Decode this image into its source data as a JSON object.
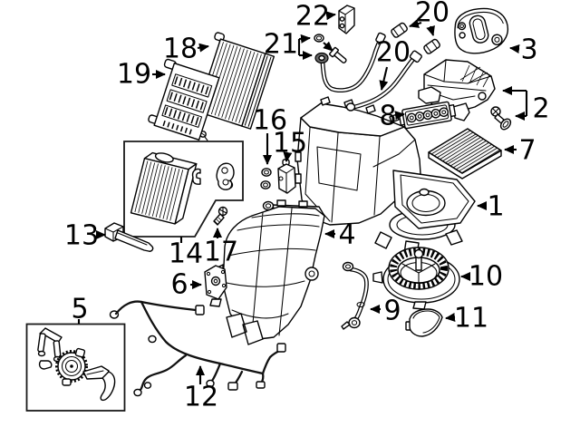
{
  "diagram": {
    "background_color": "#ffffff",
    "line_color": "#000000",
    "callouts": [
      {
        "id": "22",
        "label": "22"
      },
      {
        "id": "20-upper",
        "label": "20"
      },
      {
        "id": "3",
        "label": "3"
      },
      {
        "id": "21",
        "label": "21"
      },
      {
        "id": "18",
        "label": "18"
      },
      {
        "id": "20-lower",
        "label": "20"
      },
      {
        "id": "19",
        "label": "19"
      },
      {
        "id": "2",
        "label": "2"
      },
      {
        "id": "8",
        "label": "8"
      },
      {
        "id": "16",
        "label": "16"
      },
      {
        "id": "15",
        "label": "15"
      },
      {
        "id": "7",
        "label": "7"
      },
      {
        "id": "1",
        "label": "1"
      },
      {
        "id": "13",
        "label": "13"
      },
      {
        "id": "14",
        "label": "14"
      },
      {
        "id": "17",
        "label": "17"
      },
      {
        "id": "4",
        "label": "4"
      },
      {
        "id": "6",
        "label": "6"
      },
      {
        "id": "10",
        "label": "10"
      },
      {
        "id": "9",
        "label": "9"
      },
      {
        "id": "11",
        "label": "11"
      },
      {
        "id": "5",
        "label": "5"
      },
      {
        "id": "12",
        "label": "12"
      }
    ]
  }
}
